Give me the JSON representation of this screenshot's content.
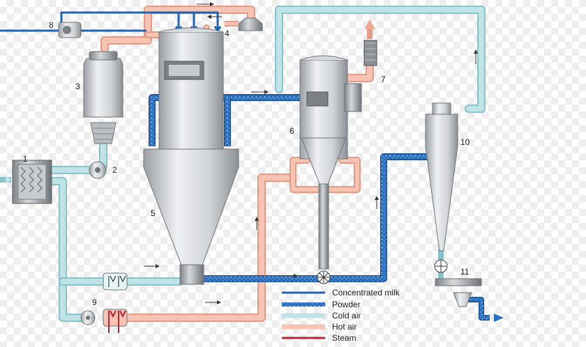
{
  "colors": {
    "concentrated_milk": "#1f63b5",
    "powder": "#2a6fc0",
    "cold_air": "#bfe3e6",
    "cold_air_edge": "#86c3ca",
    "hot_air": "#f7c4b4",
    "hot_air_edge": "#e59a86",
    "steam": "#b3263a",
    "vessel_light": "#e6e8ea",
    "vessel_dark": "#a9adb1"
  },
  "labels": {
    "n1": "1",
    "n2": "2",
    "n3": "3",
    "n4": "4",
    "n5": "5",
    "n6": "6",
    "n7": "7",
    "n8": "8",
    "n9": "9",
    "n10": "10",
    "n11": "11"
  },
  "legend": [
    {
      "key": "concentrated_milk",
      "label": "Concentrated milk"
    },
    {
      "key": "powder",
      "label": "Powder"
    },
    {
      "key": "cold_air",
      "label": "Cold air"
    },
    {
      "key": "hot_air",
      "label": "Hot air"
    },
    {
      "key": "steam",
      "label": "Steam"
    }
  ]
}
